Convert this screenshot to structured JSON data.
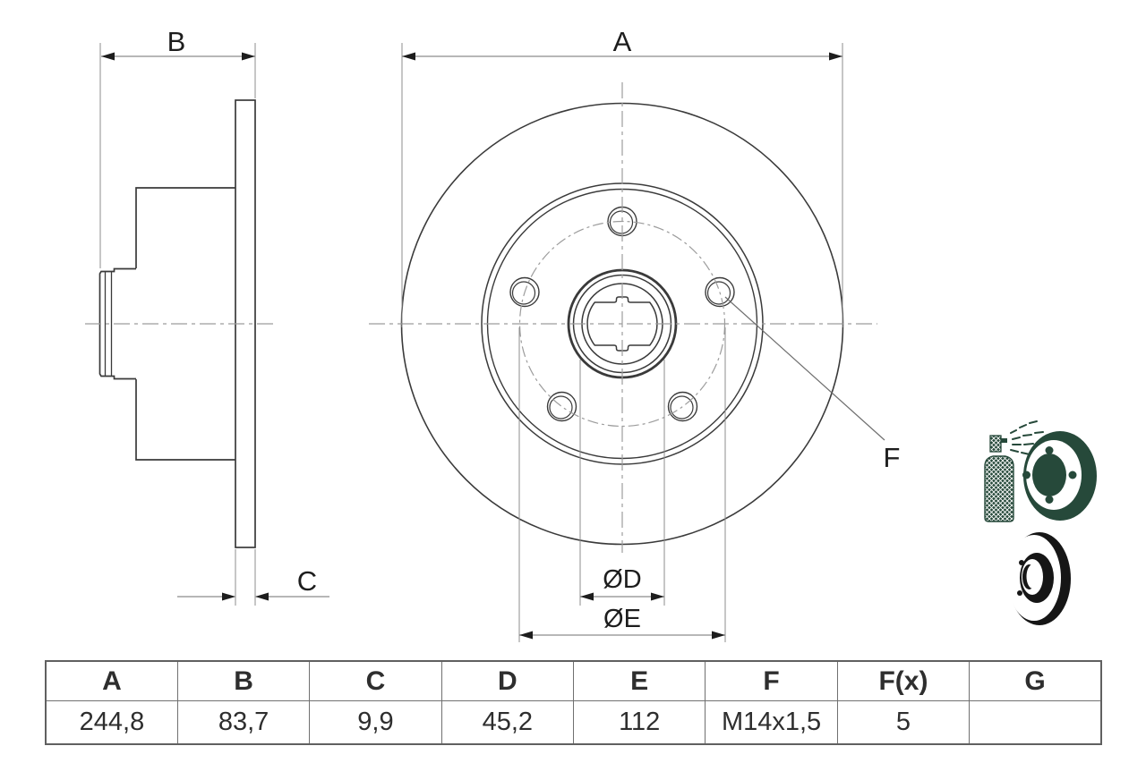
{
  "drawing": {
    "dimension_labels": {
      "a": "A",
      "b": "B",
      "c": "C",
      "f": "F",
      "dia_d": "ØD",
      "dia_e": "ØE"
    }
  },
  "spec_table": {
    "headers": [
      "A",
      "B",
      "C",
      "D",
      "E",
      "F",
      "F(x)",
      "G"
    ],
    "values": [
      "244,8",
      "83,7",
      "9,9",
      "45,2",
      "112",
      "M14x1,5",
      "5",
      ""
    ]
  },
  "icons": {
    "coating_spray_icon": "spray-can-coating-disc",
    "disc_3d_icon": "solid-brake-disc-3d"
  },
  "colors": {
    "object_line": "#3a3a3a",
    "dimension_line": "#8c8c8c",
    "centerline": "#9c9c9c",
    "arrow_and_text": "#1d1d1d",
    "icon_green": "#26493a",
    "icon_black": "#161616",
    "table_border": "#707070",
    "table_text": "#2e2e2e"
  }
}
